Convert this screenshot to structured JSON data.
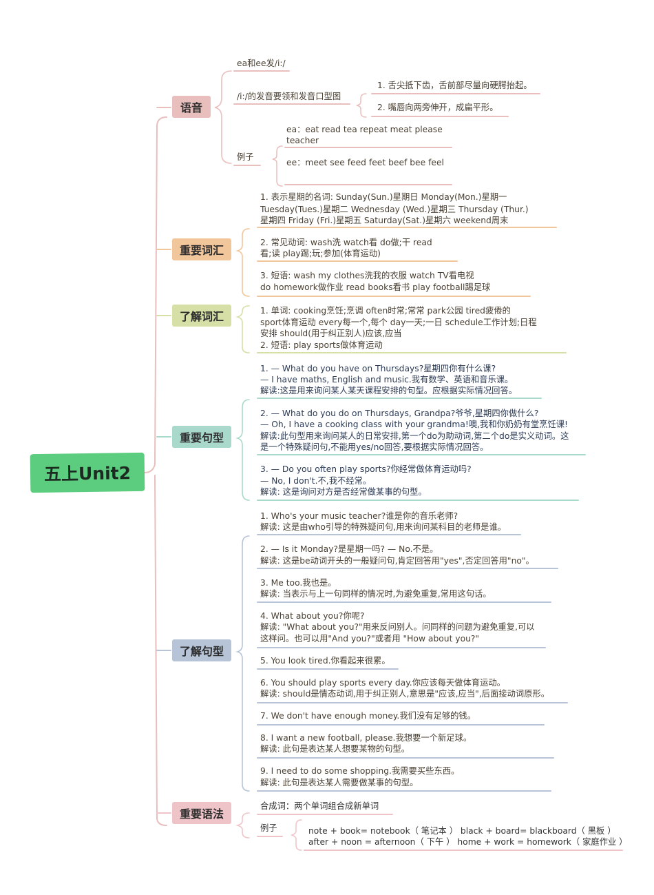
{
  "root": "五上Unit2",
  "colors": {
    "root": "#5ccc7e",
    "yuyin": "#e8bfbd",
    "zhongyao_cihui": "#f2c69b",
    "liaojie_cihui": "#d5dfa6",
    "zhongyao_juxing": "#a9d9cb",
    "liaojie_juxing": "#b7c4d8",
    "zhongyao_yufa": "#efc4c9"
  },
  "yuyin": {
    "label": "语音",
    "ea_ee": "ea和ee发/i:/",
    "pron": "/i:/的发音要领和发音口型图",
    "tips": [
      "1. 舌尖抵下齿，舌前部尽量向硬腭抬起。",
      "2. 嘴唇向两旁伸开，成扁平形。"
    ],
    "example_label": "例子",
    "ex_ea_1": "ea：eat  read tea repeat meat please",
    "ex_ea_2": "teacher",
    "ex_ee": "ee：meet  see feed feet  beef bee feel"
  },
  "zhongyao_cihui": {
    "label": "重要词汇",
    "l1": "1. 表示星期的名词: Sunday(Sun.)星期日    Monday(Mon.)星期一",
    "l2": "Tuesday(Tues.)星期二    Wednesday (Wed.)星期三    Thursday (Thur.)",
    "l3": "星期四    Friday (Fri.)星期五    Saturday(Sat.)星期六    weekend周末",
    "l4": "2. 常见动词: wash洗    watch看    do做;干    read",
    "l5": "看;读    play踢;玩;参加(体育运动)",
    "l6": "3. 短语:   wash my clothes洗我的衣服    watch TV看电视",
    "l7": "do homework做作业   read books看书    play football踢足球"
  },
  "liaojie_cihui": {
    "label": "了解词汇",
    "l1": "1. 单词: cooking烹饪;烹调    often时常;常常    park公园    tired疲倦的",
    "l2": "sport体育运动    every每一个,每个    day一天;一日    schedule工作计划;日程",
    "l3": "安排    should(用于纠正别人)应该,应当",
    "l4": "2. 短语: play sports做体育运动"
  },
  "zhongyao_juxing": {
    "label": "重要句型",
    "s1a": "1. — What do you have on Thursdays?星期四你有什么课?",
    "s1b": "— I have maths, English and music.我有数学、英语和音乐课。",
    "s1c": "解读:这是用来询问某人某天课程安排的句型。应根据实际情况回答。",
    "s2a": "2. — What do you do on Thursdays, Grandpa?爷爷,星期四你做什么?",
    "s2b": "— Oh, I have a cooking class with your grandma!噢,我和你奶奶有堂烹饪课!",
    "s2c": "解读:此句型用来询问某人的日常安排,第一个do为助动词,第二个do是实义动词。这",
    "s2d": "是一个特殊疑问句,不能用yes/no回答,要根据实际情况回答。",
    "s3a": "3. — Do you often play sports?你经常做体育运动吗?",
    "s3b": "— No, I don't.不,我不经常。",
    "s3c": "解读: 这是询问对方是否经常做某事的句型。"
  },
  "liaojie_juxing": {
    "label": "了解句型",
    "s1a": "1. Who's your music teacher?谁是你的音乐老师?",
    "s1b": "解读: 这是由who引导的特殊疑问句,用来询问某科目的老师是谁。",
    "s2a": "2. — Is it Monday?是星期一吗? — No.不是。",
    "s2b": "解读: 这是be动词开头的一般疑问句,肯定回答用\"yes\",否定回答用\"no\"。",
    "s3a": "3. Me too.我也是。",
    "s3b": "解读: 当表示与上一句同样的情况时,为避免重复,常用这句话。",
    "s4a": "4. What about you?你呢?",
    "s4b": "解读: \"What about you?\"用来反问别人。问同样的问题为避免重复,可以",
    "s4c": "这样问。也可以用\"And you?\"或者用 \"How about you?\"",
    "s5a": "5. You look tired.你看起来很累。",
    "s6a": "6. You should play sports every day.你应该每天做体育运动。",
    "s6b": "解读: should是情态动词,用于纠正别人,意思是\"应该,应当\",后面接动词原形。",
    "s7a": "7. We don't have enough money.我们没有足够的钱。",
    "s8a": "8. I want a new football, please.我想要一个新足球。",
    "s8b": "解读: 此句是表达某人想要某物的句型。",
    "s9a": "9. I need to do some shopping.我需要买些东西。",
    "s9b": "解读: 此句是表达某人需要做某事的句型。"
  },
  "zhongyao_yufa": {
    "label": "重要语法",
    "def": "合成词：两个单词组合成新单词",
    "example_label": "例子",
    "ex1": "note + book= notebook（ 笔记本 ）  black + board= blackboard（ 黑板 ）",
    "ex2": "after + noon = afternoon（ 下午 ）  home + work = homework（ 家庭作业 ）"
  }
}
